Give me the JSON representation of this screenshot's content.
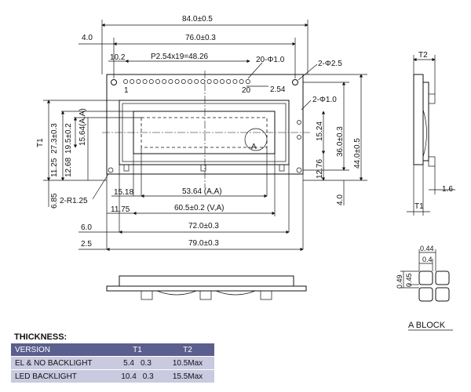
{
  "front_view": {
    "dims": {
      "overall_width": "84.0±0.5",
      "hole_pitch_width": "76.0±0.3",
      "left_offset_top": "4.0",
      "pin_offset": "10.2",
      "pin_pitch": "P2.54x19=48.26",
      "pin_holes": "20-Φ1.0",
      "mount_holes": "2-Φ2.5",
      "pin_spacing": "2.54",
      "pin_first": "1",
      "pin_last": "20",
      "small_holes": "2-Φ1.0",
      "overall_height": "44.0±0.5",
      "hole_pitch_height": "36.0±0.3",
      "view_area_height": "15.24",
      "right_lower": "12.76",
      "bottom_right_offset": "4.0",
      "left_height_a": "27.3±0.3",
      "left_height_b": "19.5±0.2",
      "left_height_c": "15.64(A,A)",
      "left_top": "T1",
      "left_11": "11.25",
      "left_12": "12.68",
      "left_bottom": "6.85",
      "corner_radius": "2-R1.25",
      "aa_offset": "15.18",
      "aa_width": "53.64 (A,A)",
      "va_offset": "11.75",
      "va_width": "60.5±0.2 (V,A)",
      "bezel_offset": "6.0",
      "bezel_width": "72.0±0.3",
      "pcb_offset": "2.5",
      "pcb_width": "79.0±0.3",
      "detail_mark": "A"
    }
  },
  "side_view": {
    "t2": "T2",
    "t1": "T1",
    "pin_len": "1.6"
  },
  "a_block": {
    "title": "A BLOCK",
    "d1": "0.44",
    "d2": "0.4",
    "d3": "0.49",
    "d4": "0.45"
  },
  "thickness": {
    "title": "THICKNESS:",
    "headers": [
      "VERSION",
      "T1",
      "T2"
    ],
    "rows": [
      {
        "version": "EL & NO BACKLIGHT",
        "t1a": "5.4",
        "t1b": "0.3",
        "t2": "10.5Max"
      },
      {
        "version": "LED BACKLIGHT",
        "t1a": "10.4",
        "t1b": "0.3",
        "t2": "15.5Max"
      }
    ]
  }
}
